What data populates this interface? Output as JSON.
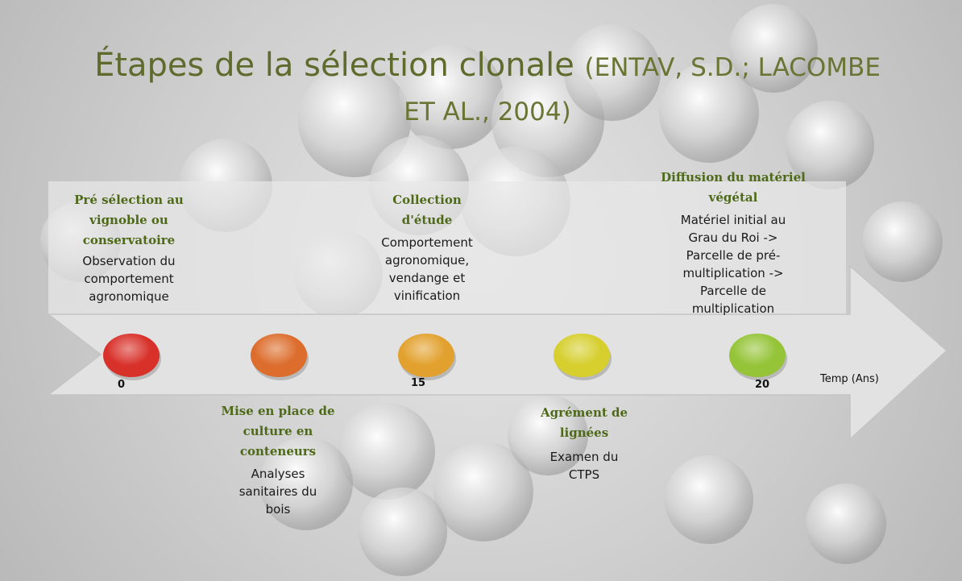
{
  "title": {
    "main": "Étapes de la sélection clonale",
    "source": "(ENTAV, S.D.; LACOMBE",
    "source_line2": "ET AL., 2004)"
  },
  "timeline": {
    "axis_label": "Temp (Ans)",
    "ticks": [
      "0",
      "15",
      "20"
    ],
    "milestones": [
      {
        "color": "#d8312a"
      },
      {
        "color": "#dc6d2c"
      },
      {
        "color": "#e2a12e"
      },
      {
        "color": "#d6cf2e"
      },
      {
        "color": "#95c438"
      }
    ]
  },
  "steps_top": [
    {
      "title": [
        "Pré sélection au",
        "vignoble ou",
        "conservatoire"
      ],
      "desc": [
        "Observation du",
        "comportement",
        "agronomique"
      ]
    },
    {
      "title": [
        "Collection",
        "d'étude"
      ],
      "desc": [
        "Comportement",
        "agronomique,",
        "vendange et",
        "vinification"
      ]
    },
    {
      "title": [
        "Diffusion du matériel",
        "végétal"
      ],
      "desc": [
        "Matériel initial au",
        "Grau du Roi ->",
        "Parcelle de pré-",
        "multiplication ->",
        "Parcelle de",
        "multiplication"
      ]
    }
  ],
  "steps_bottom": [
    {
      "title": [
        "Mise en place de",
        "culture en",
        "conteneurs"
      ],
      "desc": [
        "Analyses",
        "sanitaires du",
        "bois"
      ]
    },
    {
      "title": [
        "Agrément de",
        "lignées"
      ],
      "desc": [
        "Examen du",
        "CTPS"
      ]
    }
  ]
}
